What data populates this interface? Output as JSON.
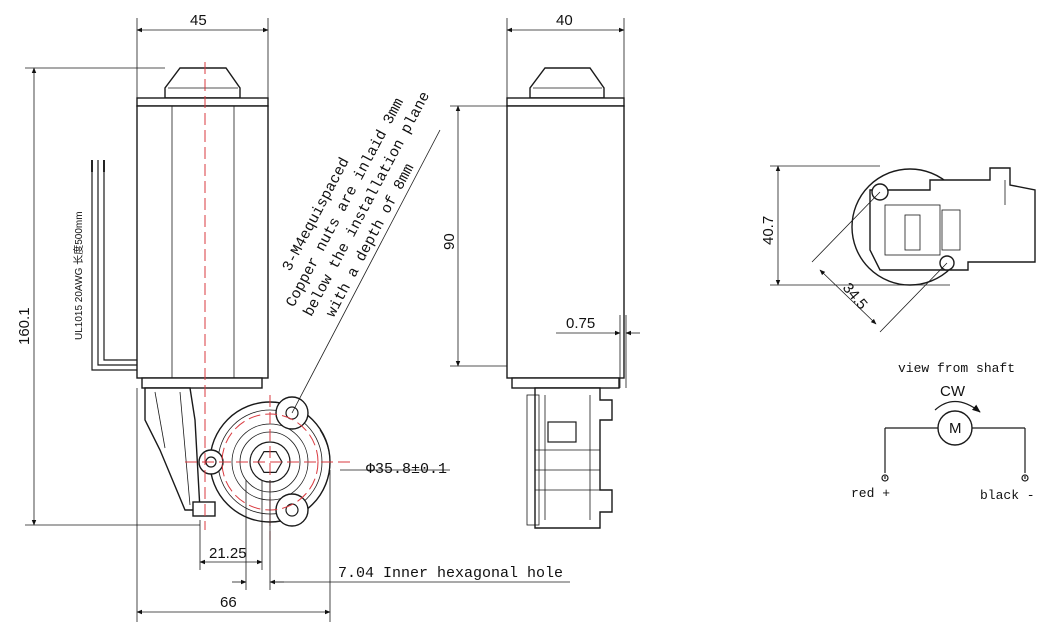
{
  "dimensions": {
    "front_width": "45",
    "side_width": "40",
    "total_height": "160.1",
    "body_height": "90",
    "overall_width": "66",
    "offset": "21.25",
    "flange_gap": "0.75",
    "bolt_circle": "Φ35.8±0.1",
    "end_height": "40.7",
    "end_diag": "34.5"
  },
  "notes": {
    "hex_hole": "7.04 Inner hexagonal hole",
    "nut_line1": "3-M4equispaced",
    "nut_line2": "Copper nuts are inlaid 3mm",
    "nut_line3": "below the installation plane",
    "nut_line4": "with a depth of 8mm",
    "wire_label": "UL1015 20AWG 长度500mm"
  },
  "wiring": {
    "view_label": "view from shaft",
    "direction": "CW",
    "motor_symbol": "M",
    "red_label": "red +",
    "black_label": "black -"
  },
  "colors": {
    "line": "#1a1a1a",
    "centerline": "#d9393f"
  }
}
